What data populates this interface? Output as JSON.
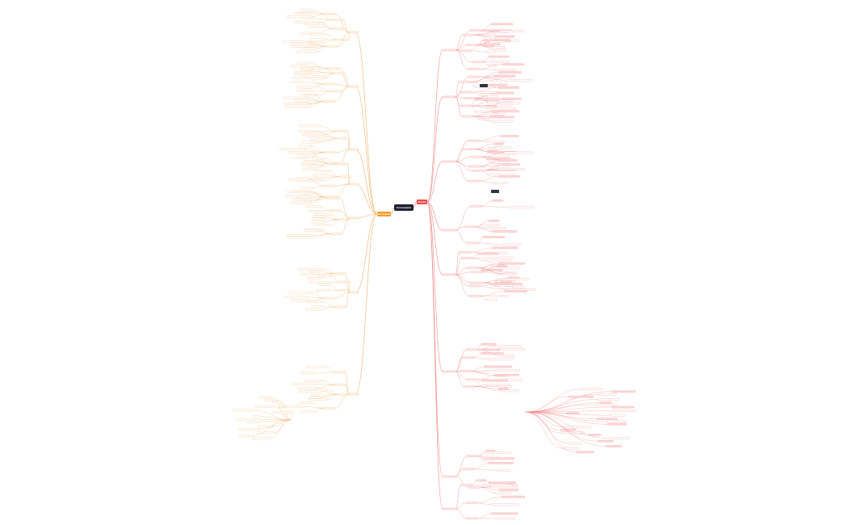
{
  "root": {
    "label": "Котлиграмм"
  },
  "branches": {
    "left": {
      "label": "Интерфейс",
      "color": "#f29b2d",
      "node_fill": "#fde9cf",
      "line": "#f0b06a"
    },
    "right": {
      "label": "Логика",
      "color": "#e94b4b",
      "node_fill": "#fbdada",
      "line": "#ef8a8a"
    },
    "dark_node": "#2f3140"
  }
}
